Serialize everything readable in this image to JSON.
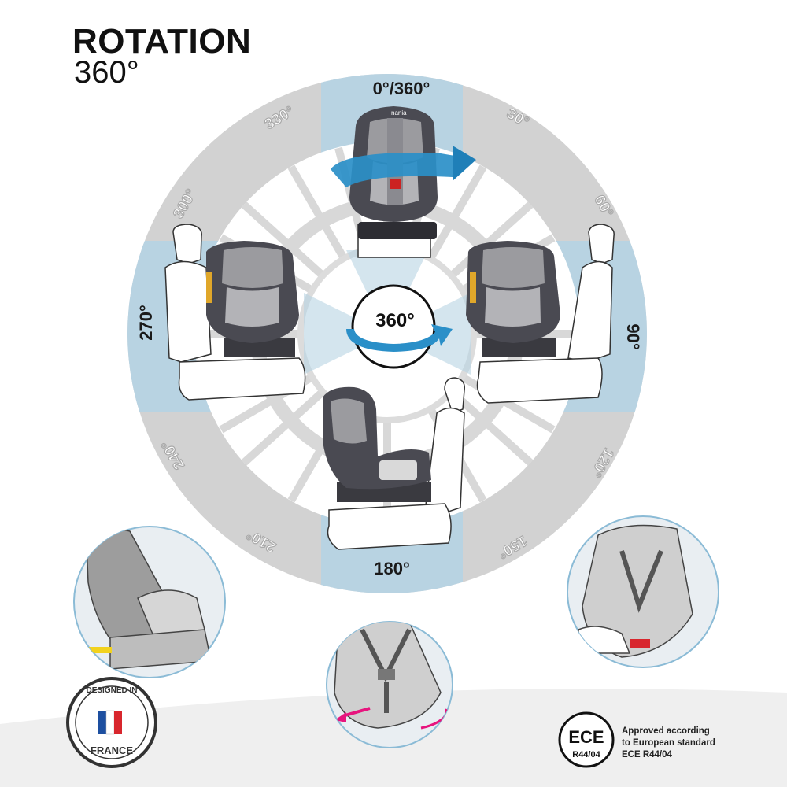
{
  "header": {
    "title": "ROTATION",
    "subtitle": "360°"
  },
  "dial": {
    "center_label": "360°",
    "angles": {
      "a0": "0°/360°",
      "a30": "30°",
      "a60": "60°",
      "a90": "90°",
      "a120": "120°",
      "a150": "150°",
      "a180": "180°",
      "a210": "210°",
      "a240": "240°",
      "a270": "270°",
      "a300": "300°",
      "a330": "330°"
    },
    "brand_on_seat": "nania"
  },
  "badges": {
    "designed": {
      "line1": "DESIGNED IN",
      "line2": "FRANCE"
    },
    "ece": {
      "logo_main": "ECE",
      "logo_sub": "R44/04",
      "lines": [
        "Approved according",
        "to European standard",
        "ECE R44/04"
      ]
    }
  },
  "colors": {
    "dial_gray": "#d2d2d2",
    "blue_band": "#b8d3e2",
    "arrow_blue": "#2a8fc8",
    "seat_dark": "#4a4a52",
    "accent_pink": "#e7157e"
  }
}
